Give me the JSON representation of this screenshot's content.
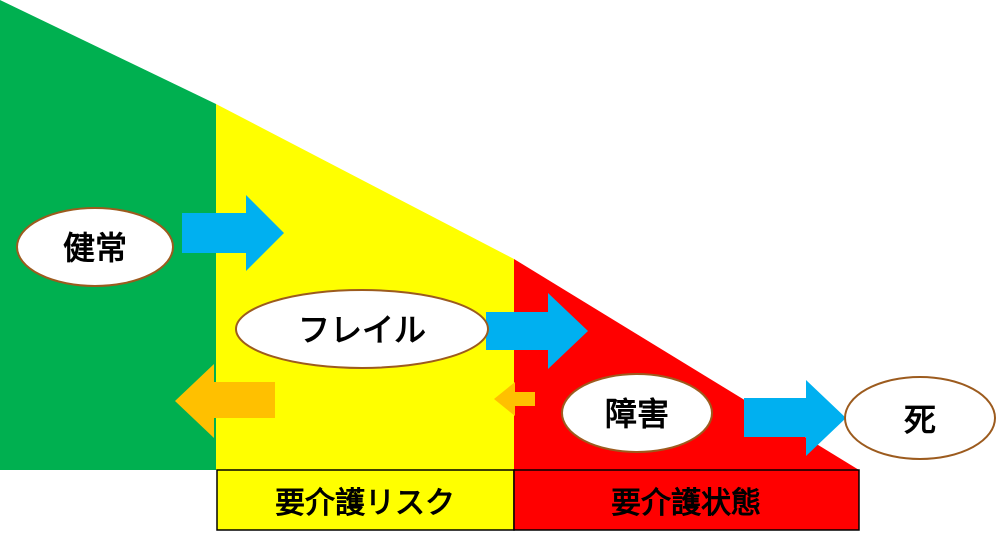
{
  "diagram": {
    "stages": {
      "healthy": "健常",
      "frailty": "フレイル",
      "disability": "障害",
      "death": "死"
    },
    "bands": {
      "care_risk": "要介護リスク",
      "care_needed": "要介護状態"
    }
  },
  "colors": {
    "green": "#00B050",
    "yellow": "#FFFF00",
    "red": "#FF0000",
    "blue_arrow": "#00B0F0",
    "orange_arrow": "#FFC000",
    "ellipse_stroke": "#9C5B1E",
    "ellipse_fill": "#FFFFFF",
    "band_stroke": "#000000"
  }
}
